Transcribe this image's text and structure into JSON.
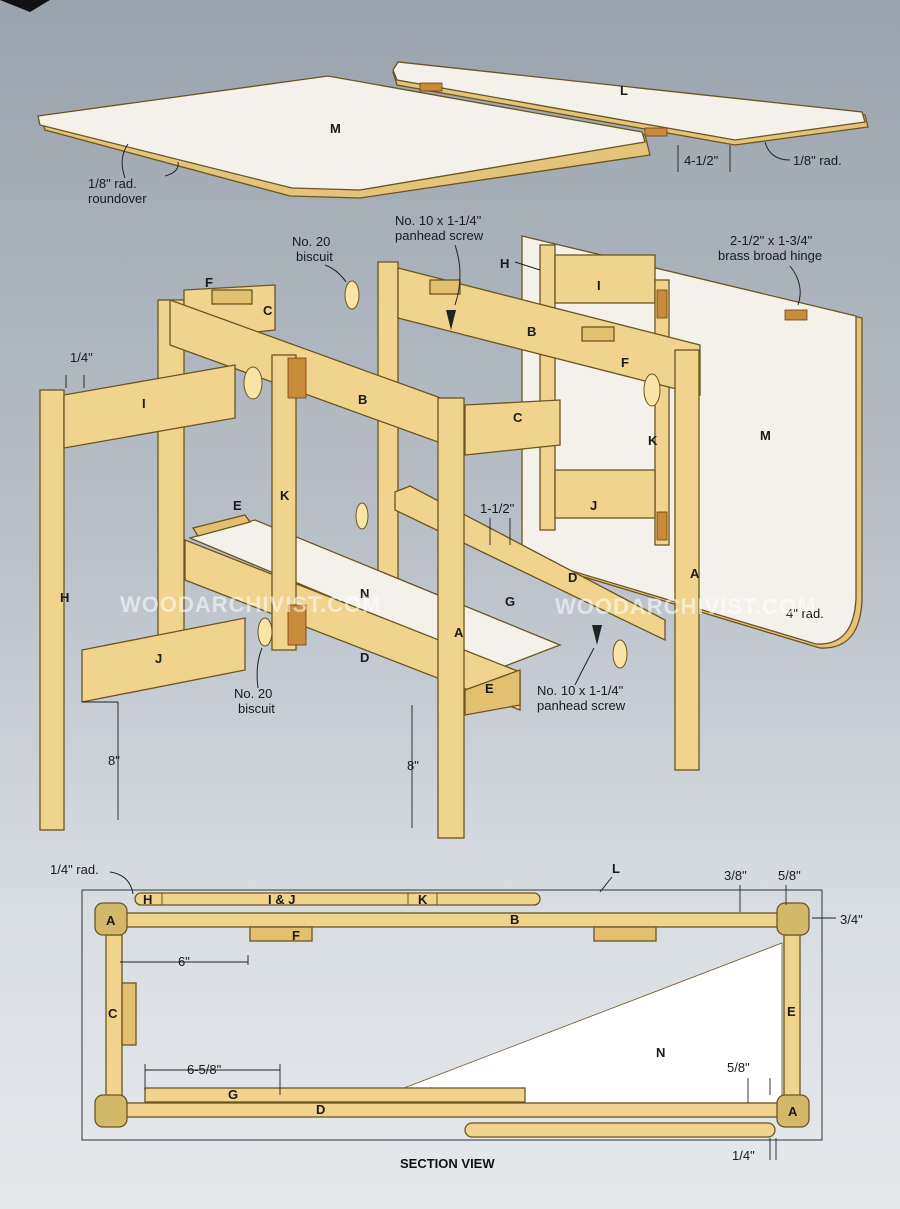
{
  "parts": {
    "M": "M",
    "L": "L",
    "F": "F",
    "C": "C",
    "H": "H",
    "I": "I",
    "B": "B",
    "K": "K",
    "J": "J",
    "E": "E",
    "D": "D",
    "G": "G",
    "N": "N",
    "A": "A",
    "IJ": "I & J"
  },
  "callouts": {
    "top_radius_1": "1/8\" rad.",
    "top_radius_2": "roundover",
    "leaf_width": "4-1/2\"",
    "leaf_radius": "1/8\" rad.",
    "biscuit_1a": "No. 20",
    "biscuit_1b": "biscuit",
    "screw_1a": "No. 10 x 1-1/4\"",
    "screw_1b": "panhead screw",
    "hinge_1": "2-1/2\" x 1-3/4\"",
    "hinge_2": "brass broad hinge",
    "dim_quarter": "1/4\"",
    "dim_one_half": "1-1/2\"",
    "biscuit_2a": "No. 20",
    "biscuit_2b": "biscuit",
    "screw_2a": "No. 10 x 1-1/4\"",
    "screw_2b": "panhead screw",
    "corner_radius": "4\" rad.",
    "dim_8_left": "8\"",
    "dim_8_mid": "8\""
  },
  "section": {
    "title": "SECTION VIEW",
    "quarter_rad": "1/4\" rad.",
    "three_eighths": "3/8\"",
    "five_eighths": "5/8\"",
    "three_quarters": "3/4\"",
    "six": "6\"",
    "six_five_eighths": "6-5/8\"",
    "five_eighths_2": "5/8\"",
    "quarter_bottom": "1/4\""
  },
  "watermark": "WOODARCHIVIST.COM"
}
